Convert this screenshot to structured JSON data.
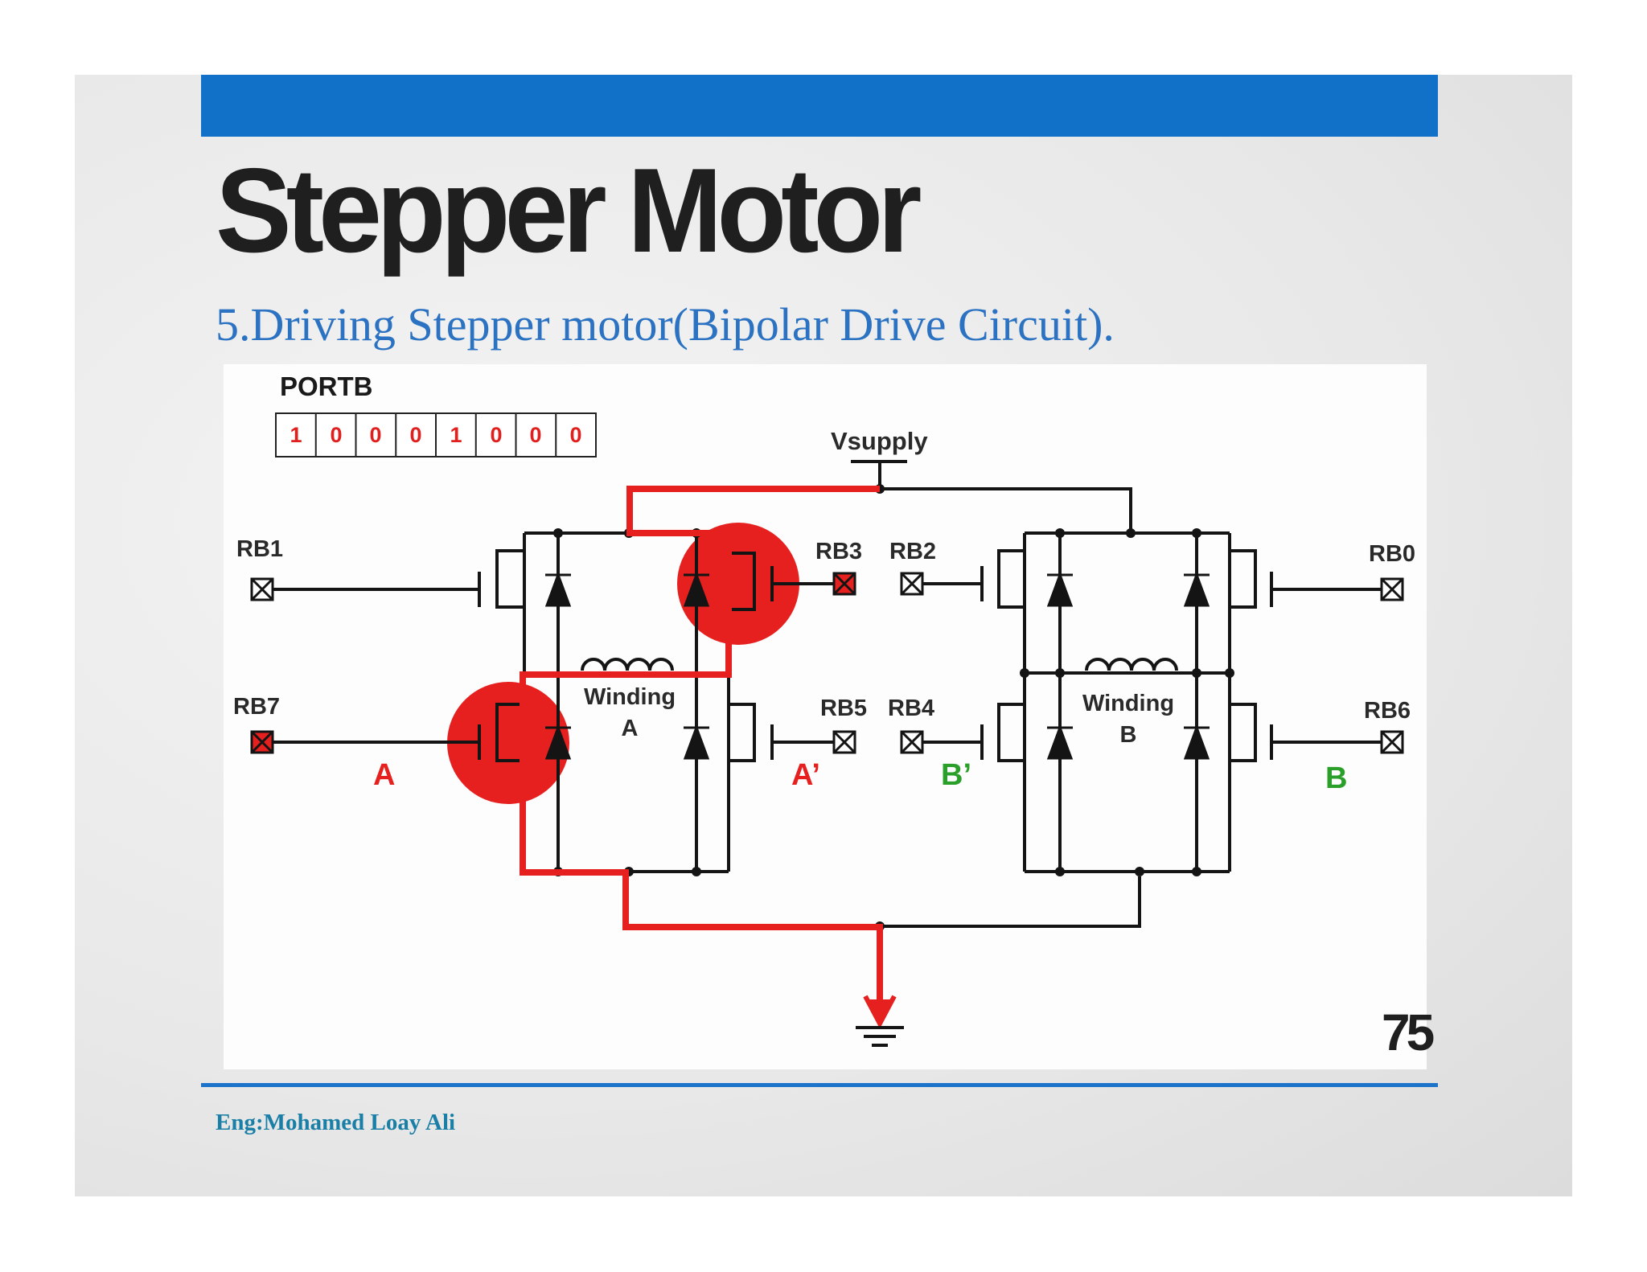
{
  "slide": {
    "title": "Stepper Motor",
    "subtitle": "5.Driving Stepper motor(Bipolar Drive Circuit).",
    "page_number": "75",
    "footer": "Eng:Mohamed Loay Ali",
    "accent_color": "#1170c8"
  },
  "diagram": {
    "portb_label": "PORTB",
    "portb_bits": [
      "1",
      "0",
      "0",
      "0",
      "1",
      "0",
      "0",
      "0"
    ],
    "vsupply_label": "Vsupply",
    "pins": {
      "rb1": "RB1",
      "rb3": "RB3",
      "rb2": "RB2",
      "rb0": "RB0",
      "rb7": "RB7",
      "rb5": "RB5",
      "rb4": "RB4",
      "rb6": "RB6"
    },
    "winding_a": {
      "line1": "Winding",
      "line2": "A"
    },
    "winding_b": {
      "line1": "Winding",
      "line2": "B"
    },
    "terminals": {
      "a": "A",
      "a_prime": "A’",
      "b_prime": "B’",
      "b": "B"
    },
    "colors": {
      "active_path": "#e5201e",
      "wire": "#141414",
      "a_label": "#e5201e",
      "b_label": "#2aa02a"
    }
  }
}
